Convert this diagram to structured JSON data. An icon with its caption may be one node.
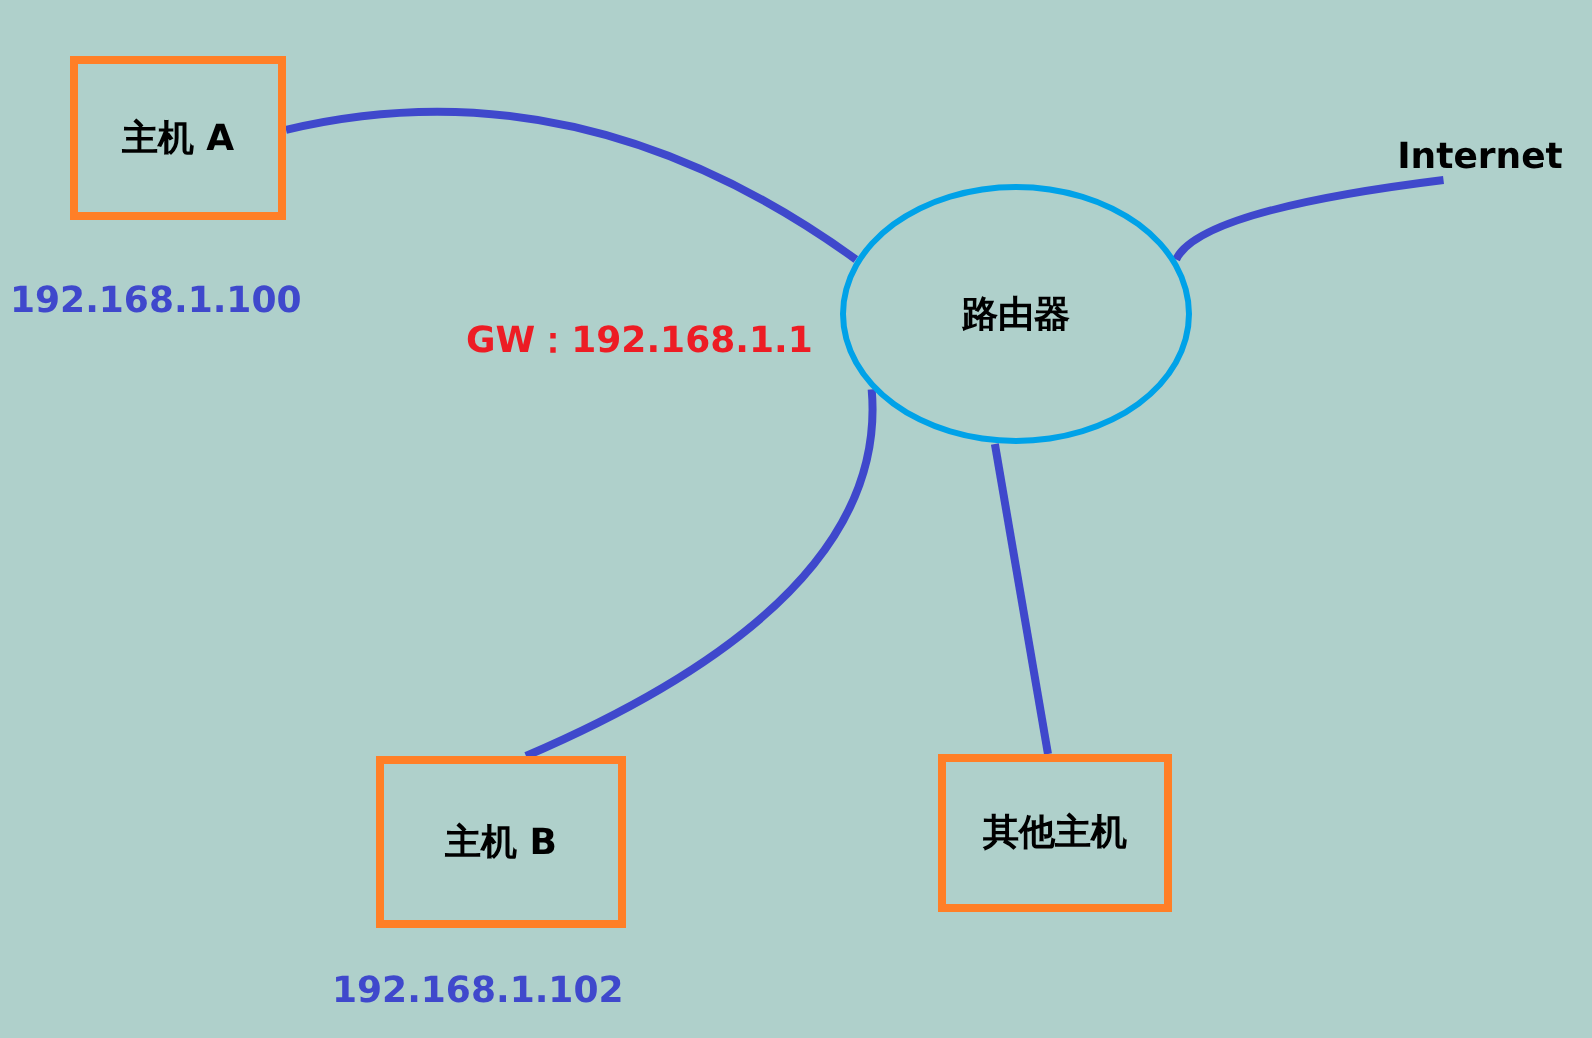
{
  "diagram": {
    "nodes": [
      {
        "text": [
          "主机 A"
        ],
        "beside": [
          "192.168.1.100"
        ]
      },
      {
        "text": [
          "路由器"
        ],
        "beside": [
          "GW：192.168.1.1"
        ]
      },
      {
        "text": [
          "Internet"
        ]
      },
      {
        "text": [
          "主机 B"
        ],
        "beside": [
          "192.168.1.102"
        ]
      },
      {
        "text": [
          "其他主机"
        ]
      }
    ],
    "edges": [
      {
        "from": 0,
        "to": 1,
        "arrow": "none"
      },
      {
        "from": 1,
        "to": 2,
        "arrow": "none"
      },
      {
        "from": 1,
        "to": 3,
        "arrow": "none"
      },
      {
        "from": 1,
        "to": 4,
        "arrow": "none"
      }
    ]
  }
}
